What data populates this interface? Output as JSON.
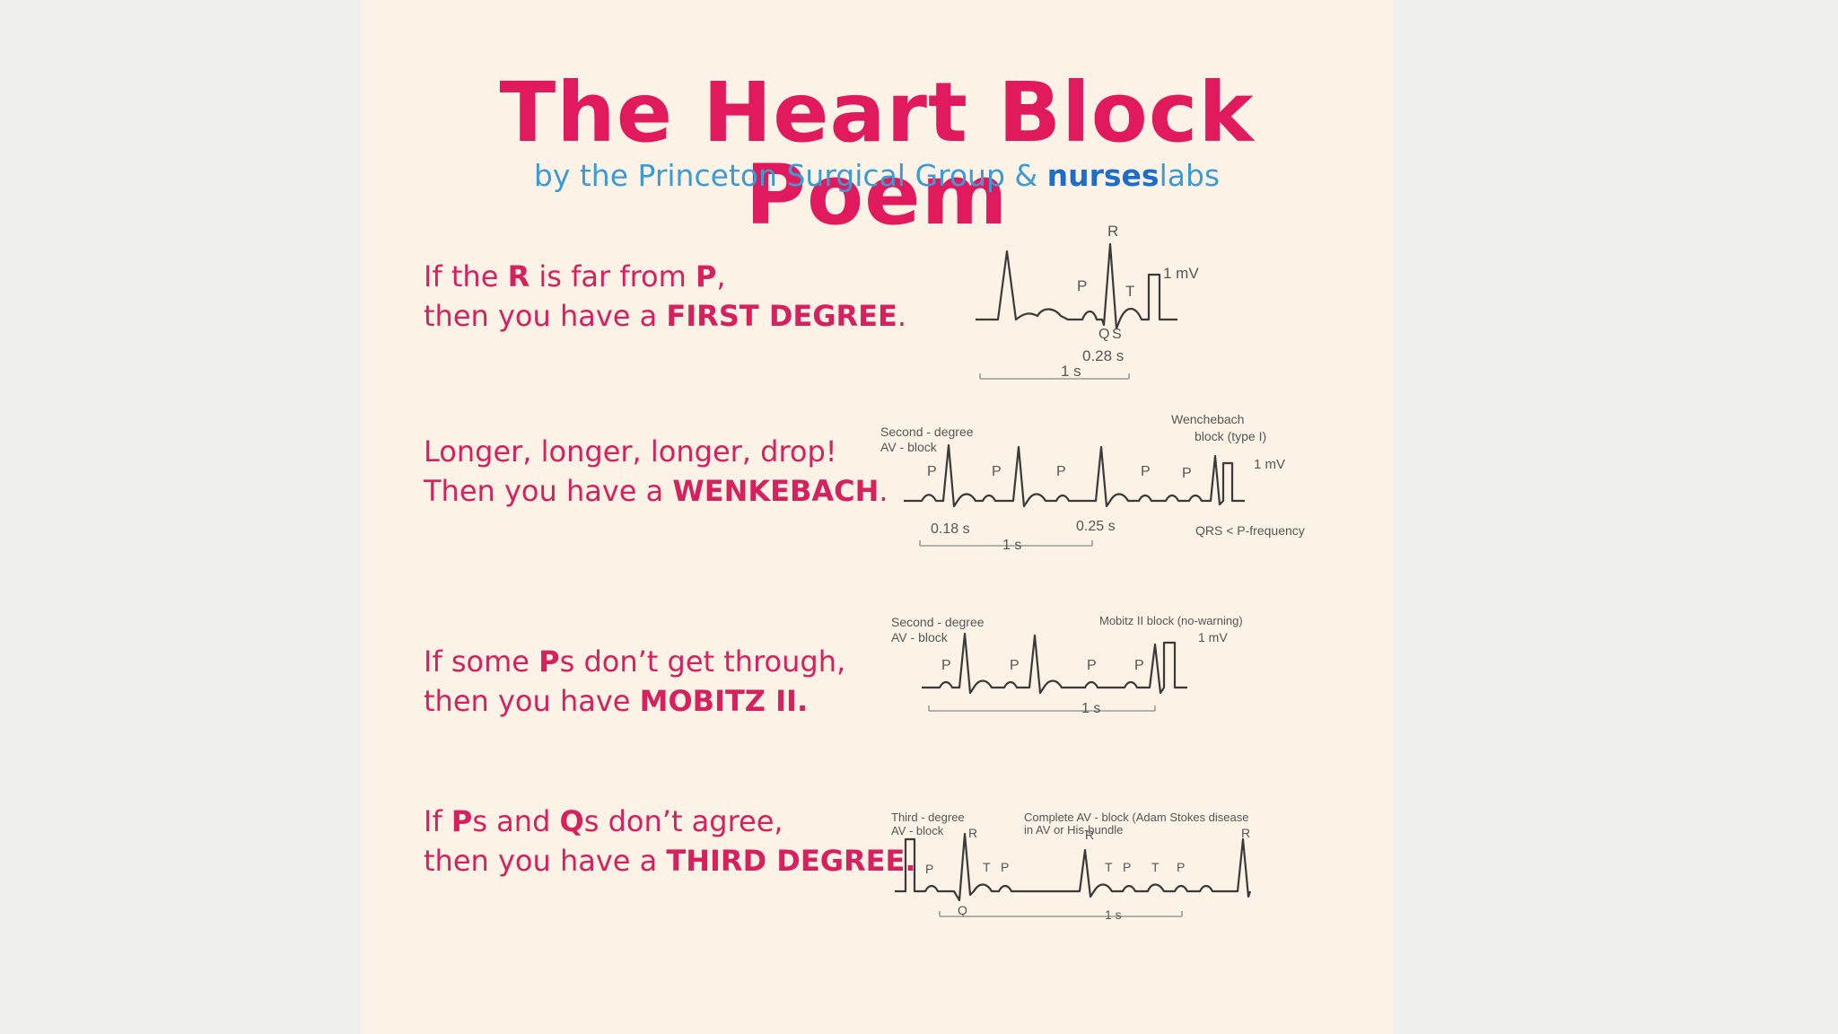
{
  "title": "The Heart Block Poem",
  "subtitle": {
    "prefix": "by the Princeton Surgical Group & ",
    "brand_part1": "nurses",
    "brand_part2": "labs"
  },
  "verses": [
    {
      "line1": [
        "If the ",
        "R",
        " is far from ",
        "P",
        ","
      ],
      "line2": [
        "then you have a ",
        "FIRST DEGREE",
        "."
      ]
    },
    {
      "line1": [
        "Longer, longer, longer, drop!"
      ],
      "line2": [
        "Then you have a ",
        "WENKEBACH",
        "."
      ]
    },
    {
      "line1": [
        "If some ",
        "P",
        "s don’t get through,"
      ],
      "line2": [
        "then you have ",
        "MOBITZ II."
      ]
    },
    {
      "line1": [
        "If ",
        "P",
        "s and ",
        "Q",
        "s don’t agree,"
      ],
      "line2": [
        "then you have a ",
        "THIRD DEGREE."
      ]
    }
  ],
  "strips": {
    "first_degree": {
      "wave_R": "R",
      "wave_P": "P",
      "wave_T": "T",
      "wave_Q": "Q",
      "wave_S": "S",
      "calibration": "1 mV",
      "interval": "0.28 s",
      "scale": "1 s"
    },
    "wenckebach": {
      "label_left_1": "Second - degree",
      "label_left_2": "AV - block",
      "label_right_1": "Wenchebach",
      "label_right_2": "block (type I)",
      "wave_P": "P",
      "calibration": "1 mV",
      "interval_1": "0.18  s",
      "interval_2": "0.25  s",
      "scale": "1 s",
      "note": "QRS < P-frequency"
    },
    "mobitz": {
      "label_left_1": "Second - degree",
      "label_left_2": "AV - block",
      "label_right": "Mobitz II block (no-warning)",
      "wave_P": "P",
      "calibration": "1 mV",
      "scale": "1 s"
    },
    "third_degree": {
      "label_left_1": "Third - degree",
      "label_left_2": "AV - block",
      "label_right_1": "Complete  AV - block (Adam Stokes disease",
      "label_right_2": "in AV or His-bundle",
      "wave_R": "R",
      "wave_P": "P",
      "wave_T": "T",
      "wave_Q": "Q",
      "scale": "1 s"
    }
  },
  "colors": {
    "page_bg": "#efefee",
    "poster_bg": "#fcf2e6",
    "title": "#e01a5c",
    "subtitle": "#3c9bd6",
    "verse": "#d6215f",
    "ecg": "#3a3a3a"
  }
}
